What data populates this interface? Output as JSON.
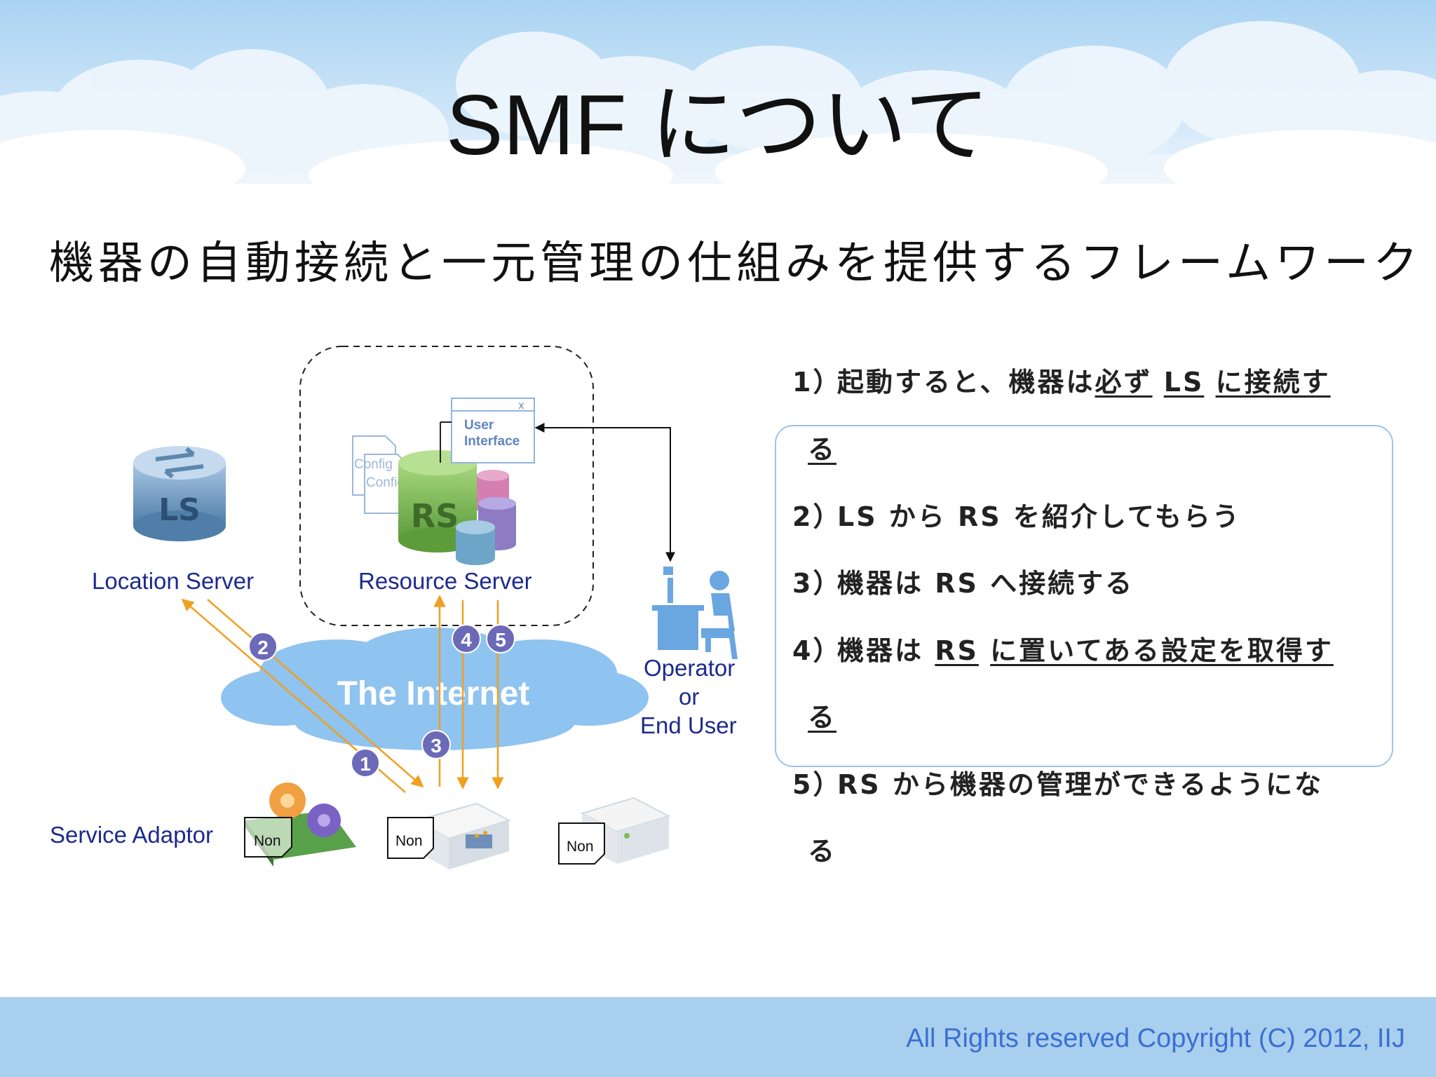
{
  "slide": {
    "title": "SMF について",
    "subtitle": "機器の自動接続と一元管理の仕組みを提供するフレームワーク",
    "copyright": "All Rights reserved Copyright (C) 2012, IIJ"
  },
  "diagram": {
    "ls_icon_text": "LS",
    "rs_icon_text": "RS",
    "location_server": "Location Server",
    "resource_server": "Resource Server",
    "ui_line1": "User",
    "ui_line2": "Interface",
    "ui_close": "x",
    "config1": "Config",
    "config2": "Config",
    "internet": "The Internet",
    "operator_line1": "Operator",
    "operator_line2": "or",
    "operator_line3": "End User",
    "service_adaptor": "Service Adaptor",
    "doc1": "Non",
    "doc2": "Non",
    "doc3": "Non",
    "badges": [
      "1",
      "2",
      "3",
      "4",
      "5"
    ],
    "colors": {
      "arrow": "#f0a020",
      "badge": "#6a6ab8",
      "label": "#1d2a8c",
      "cloud": "#8fc3f0"
    }
  },
  "steps": {
    "s1": {
      "num": "1）",
      "a": "起動すると、機器は",
      "u1": "必ず",
      "b": " ",
      "u2": "LS",
      "c": " ",
      "u3": "に接続す",
      "u4": "る"
    },
    "s2": {
      "num": "2）",
      "text": "LS から RS を紹介してもらう"
    },
    "s3": {
      "num": "3）",
      "text": "機器は RS へ接続する"
    },
    "s4": {
      "num": "4）",
      "a": "機器は ",
      "u1": "RS",
      "b": " ",
      "u2": "に置いてある設定を取得す",
      "u3": "る"
    },
    "s5": {
      "num": "5）",
      "text": "RS から機器の管理ができるようにな",
      "cont": "る"
    }
  }
}
